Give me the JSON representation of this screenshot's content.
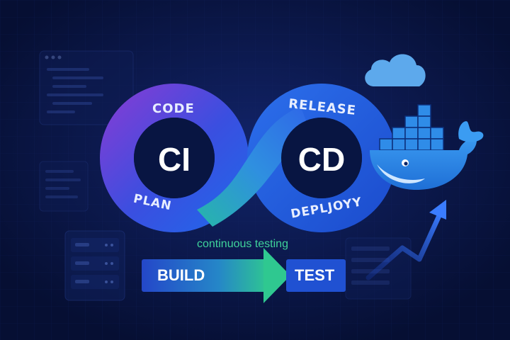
{
  "loop": {
    "ci": "CI",
    "cd": "CD",
    "code": "CODE",
    "plan": "PLAN",
    "release": "RELEASE",
    "deploy": "DEPLJOYY"
  },
  "flow": {
    "caption": "continuous testing",
    "build": "BUILD",
    "test": "TEST"
  },
  "colors": {
    "background": "#071238",
    "loop_purple": "#6a3fd0",
    "loop_blue": "#2d63e6",
    "loop_teal": "#2bb7b0",
    "accent_green": "#3fd39a",
    "whale_blue": "#2f8ce8",
    "cloud_blue": "#5da9ec"
  },
  "icons": [
    "docker-whale-icon",
    "cloud-icon",
    "growth-arrow-icon",
    "server-rack-icon",
    "code-window-icon"
  ]
}
